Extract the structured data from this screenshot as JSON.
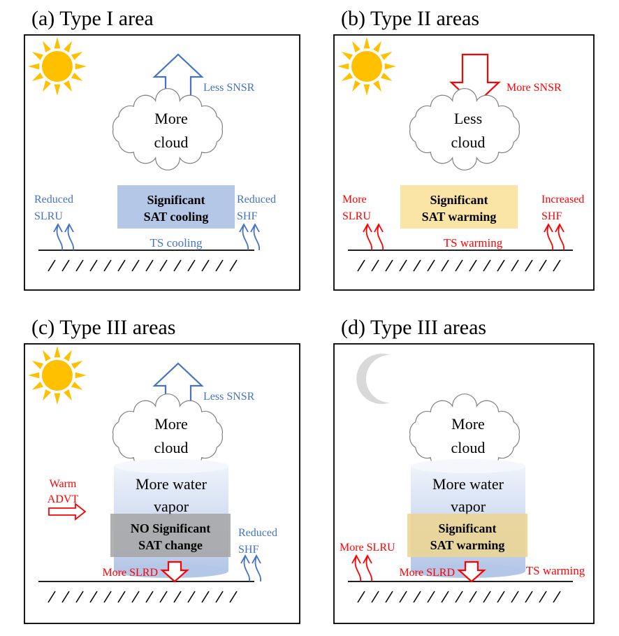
{
  "panels": [
    {
      "title": "(a) Type I area",
      "sky": "sun",
      "energy_arrow": {
        "direction": "up",
        "label": "Less SNSR",
        "color": "#4472c4"
      },
      "cloud": [
        "More",
        "cloud"
      ],
      "water_vapor": null,
      "advection": null,
      "effect_box": {
        "lines": [
          "Significant",
          "SAT cooling"
        ],
        "fill": "#b4c7e7"
      },
      "left_flux": {
        "lines": [
          "Reduced",
          "SLRU"
        ],
        "color": "#4472c4"
      },
      "right_flux": {
        "lines": [
          "Reduced",
          "SHF"
        ],
        "color": "#4472c4"
      },
      "surface_label": {
        "text": "TS cooling",
        "color": "#4472c4"
      },
      "down_flux": null
    },
    {
      "title": "(b) Type II areas",
      "sky": "sun",
      "energy_arrow": {
        "direction": "down",
        "label": "More SNSR",
        "color": "#ff0000"
      },
      "cloud": [
        "Less",
        "cloud"
      ],
      "water_vapor": null,
      "advection": null,
      "effect_box": {
        "lines": [
          "Significant",
          "SAT warming"
        ],
        "fill": "#fbe5a6"
      },
      "left_flux": {
        "lines": [
          "More",
          "SLRU"
        ],
        "color": "#ff0000"
      },
      "right_flux": {
        "lines": [
          "Increased",
          "SHF"
        ],
        "color": "#ff0000"
      },
      "surface_label": {
        "text": "TS warming",
        "color": "#ff0000"
      },
      "down_flux": null
    },
    {
      "title": "(c) Type III areas",
      "sky": "sun",
      "energy_arrow": {
        "direction": "up",
        "label": "Less SNSR",
        "color": "#4472c4"
      },
      "cloud": [
        "More",
        "cloud"
      ],
      "water_vapor": [
        "More water",
        "vapor"
      ],
      "advection": {
        "lines": [
          "Warm",
          "ADVT"
        ],
        "color": "#ff0000"
      },
      "effect_box": {
        "lines": [
          "NO Significant",
          "SAT change"
        ],
        "fill": "#a6a6a6"
      },
      "left_flux": null,
      "right_flux": {
        "lines": [
          "Reduced",
          "SHF"
        ],
        "color": "#4472c4"
      },
      "surface_label": null,
      "down_flux": {
        "label": "More SLRD",
        "color": "#ff0000"
      }
    },
    {
      "title": "(d) Type III areas",
      "sky": "moon",
      "energy_arrow": null,
      "cloud": [
        "More",
        "cloud"
      ],
      "water_vapor": [
        "More water",
        "vapor"
      ],
      "advection": null,
      "effect_box": {
        "lines": [
          "Significant",
          "SAT warming"
        ],
        "fill": "#ecd592"
      },
      "left_flux": {
        "lines": [
          "More SLRU"
        ],
        "color": "#ff0000"
      },
      "right_flux": null,
      "surface_label": {
        "text": "TS warming",
        "color": "#ff0000"
      },
      "down_flux": {
        "label": "More SLRD",
        "color": "#ff0000"
      }
    }
  ],
  "colors": {
    "sun": "#ffc000",
    "moon": "#d9d9d9",
    "frame": "#000000",
    "water_vapor_top": "#b4c7e7",
    "water_vapor_bottom": "#eef3fb"
  }
}
